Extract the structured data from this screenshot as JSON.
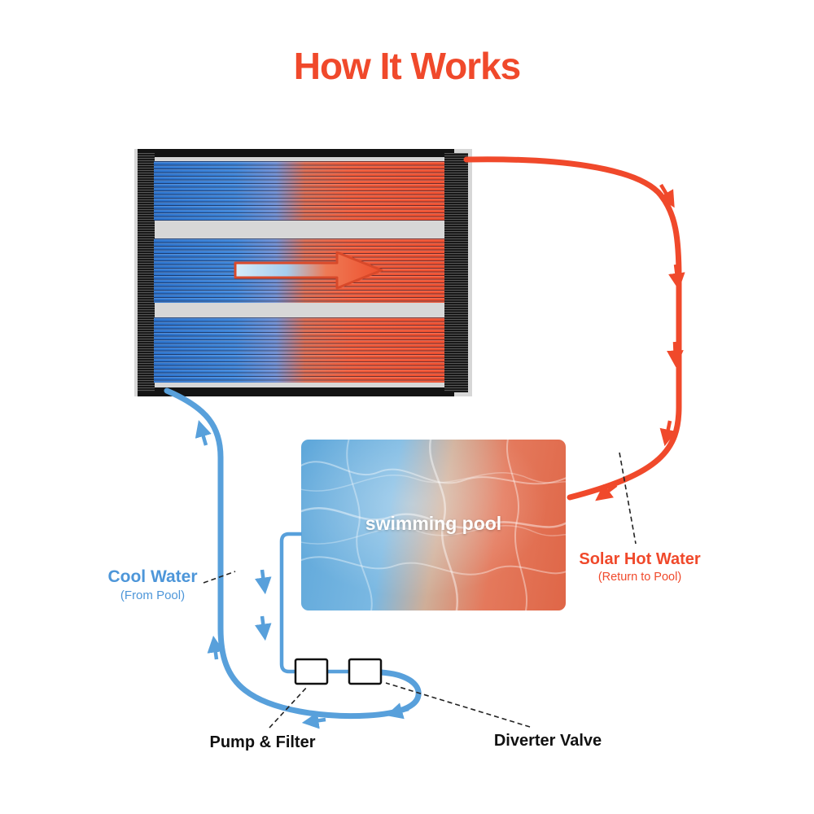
{
  "title": "How It Works",
  "pool": {
    "label": "swimming pool"
  },
  "labels": {
    "cool_water": {
      "title": "Cool Water",
      "subtitle": "(From Pool)"
    },
    "solar_hot_water": {
      "title": "Solar Hot Water",
      "subtitle": "(Return to Pool)"
    },
    "pump_filter": "Pump & Filter",
    "diverter_valve": "Diverter Valve"
  },
  "colors": {
    "accent_orange": "#F0492B",
    "pipe_blue": "#58A0DB",
    "label_blue": "#4D96D9",
    "panel_cold_blue": "#2B72CC",
    "panel_hot_red": "#EE4F2F",
    "panel_frame_gray": "#D7D7D7"
  },
  "diagram": {
    "flow_direction_in_panel": "left-to-right"
  }
}
